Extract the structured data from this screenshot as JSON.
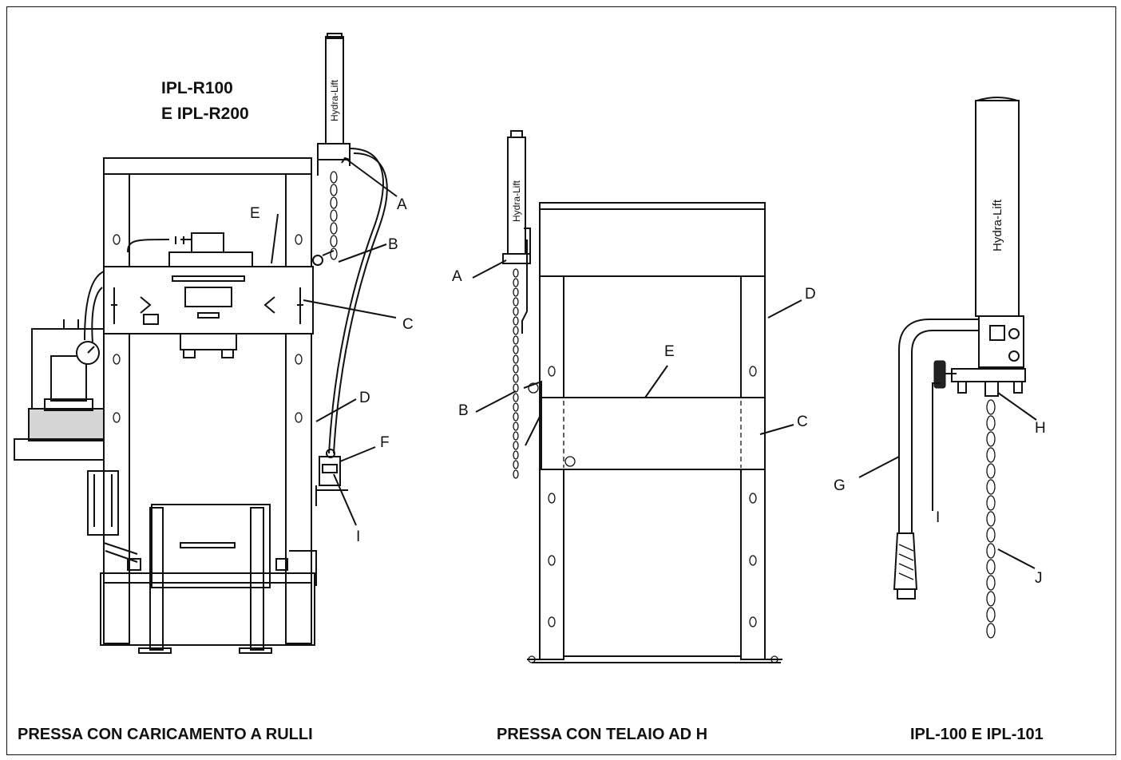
{
  "brand_text": "Hydra-Lift",
  "colors": {
    "line": "#111111",
    "shade": "#d6d6d6",
    "background": "#ffffff"
  },
  "left": {
    "model_line1": "IPL-R100",
    "model_line2": "E IPL-R200",
    "caption": "PRESSA CON CARICAMENTO A RULLI",
    "labels": {
      "A": "A",
      "B": "B",
      "C": "C",
      "D": "D",
      "E": "E",
      "F": "F",
      "I": "I"
    }
  },
  "middle": {
    "caption": "PRESSA CON TELAIO AD H",
    "labels": {
      "A": "A",
      "B": "B",
      "C": "C",
      "D": "D",
      "E": "E"
    }
  },
  "right": {
    "caption": "IPL-100 E IPL-101",
    "labels": {
      "G": "G",
      "H": "H",
      "I": "I",
      "J": "J"
    }
  }
}
